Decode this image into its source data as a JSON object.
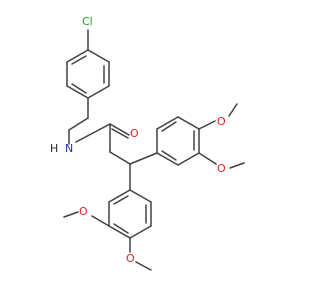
{
  "molecule": {
    "atoms": {
      "chlorine": "Cl",
      "amide_nitrogen": "N",
      "amide_hydrogen": "H",
      "carbonyl_oxygen": "O",
      "methoxy_oxygen_1": "O",
      "methoxy_oxygen_2": "O",
      "methoxy_oxygen_3": "O",
      "methoxy_oxygen_4": "O"
    },
    "colors": {
      "bond": "#404040",
      "chlorine": "#22a022",
      "oxygen": "#e02020",
      "nitrogen": "#2030b0"
    }
  }
}
